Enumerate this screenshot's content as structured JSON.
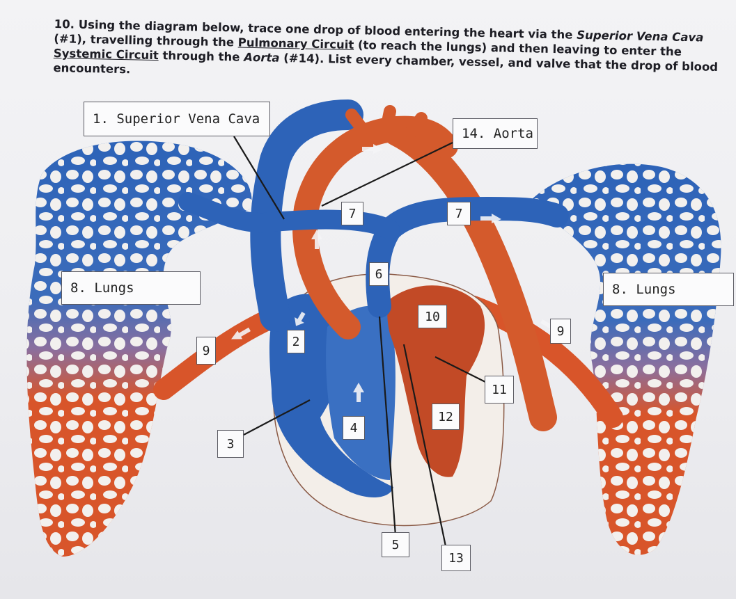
{
  "question": {
    "number": "10.",
    "part1": "Using the diagram below, trace one drop of blood entering the heart via the ",
    "svc_italic": "Superior Vena Cava",
    "part2": " (#1), travelling through the ",
    "pulmonary_link": "Pulmonary Circuit",
    "part3": " (to reach the lungs) and then leaving to enter the ",
    "systemic_link": "Systemic Circuit",
    "part4": " through the ",
    "aorta_italic": "Aorta",
    "part5": " (#14).  List every chamber, vessel, and valve that the drop of blood encounters."
  },
  "labels": {
    "svc": "1. Superior Vena Cava",
    "aorta": "14. Aorta",
    "lungs_left": "8. Lungs",
    "lungs_right": "8. Lungs",
    "n2": "2",
    "n3": "3",
    "n4": "4",
    "n5": "5",
    "n6": "6",
    "n7a": "7",
    "n7b": "7",
    "n9a": "9",
    "n9b": "9",
    "n10": "10",
    "n11": "11",
    "n12": "12",
    "n13": "13"
  },
  "colors": {
    "deoxygenated": "#2d63b8",
    "oxygenated": "#d8552a",
    "mixed": "#8a6f9e"
  }
}
